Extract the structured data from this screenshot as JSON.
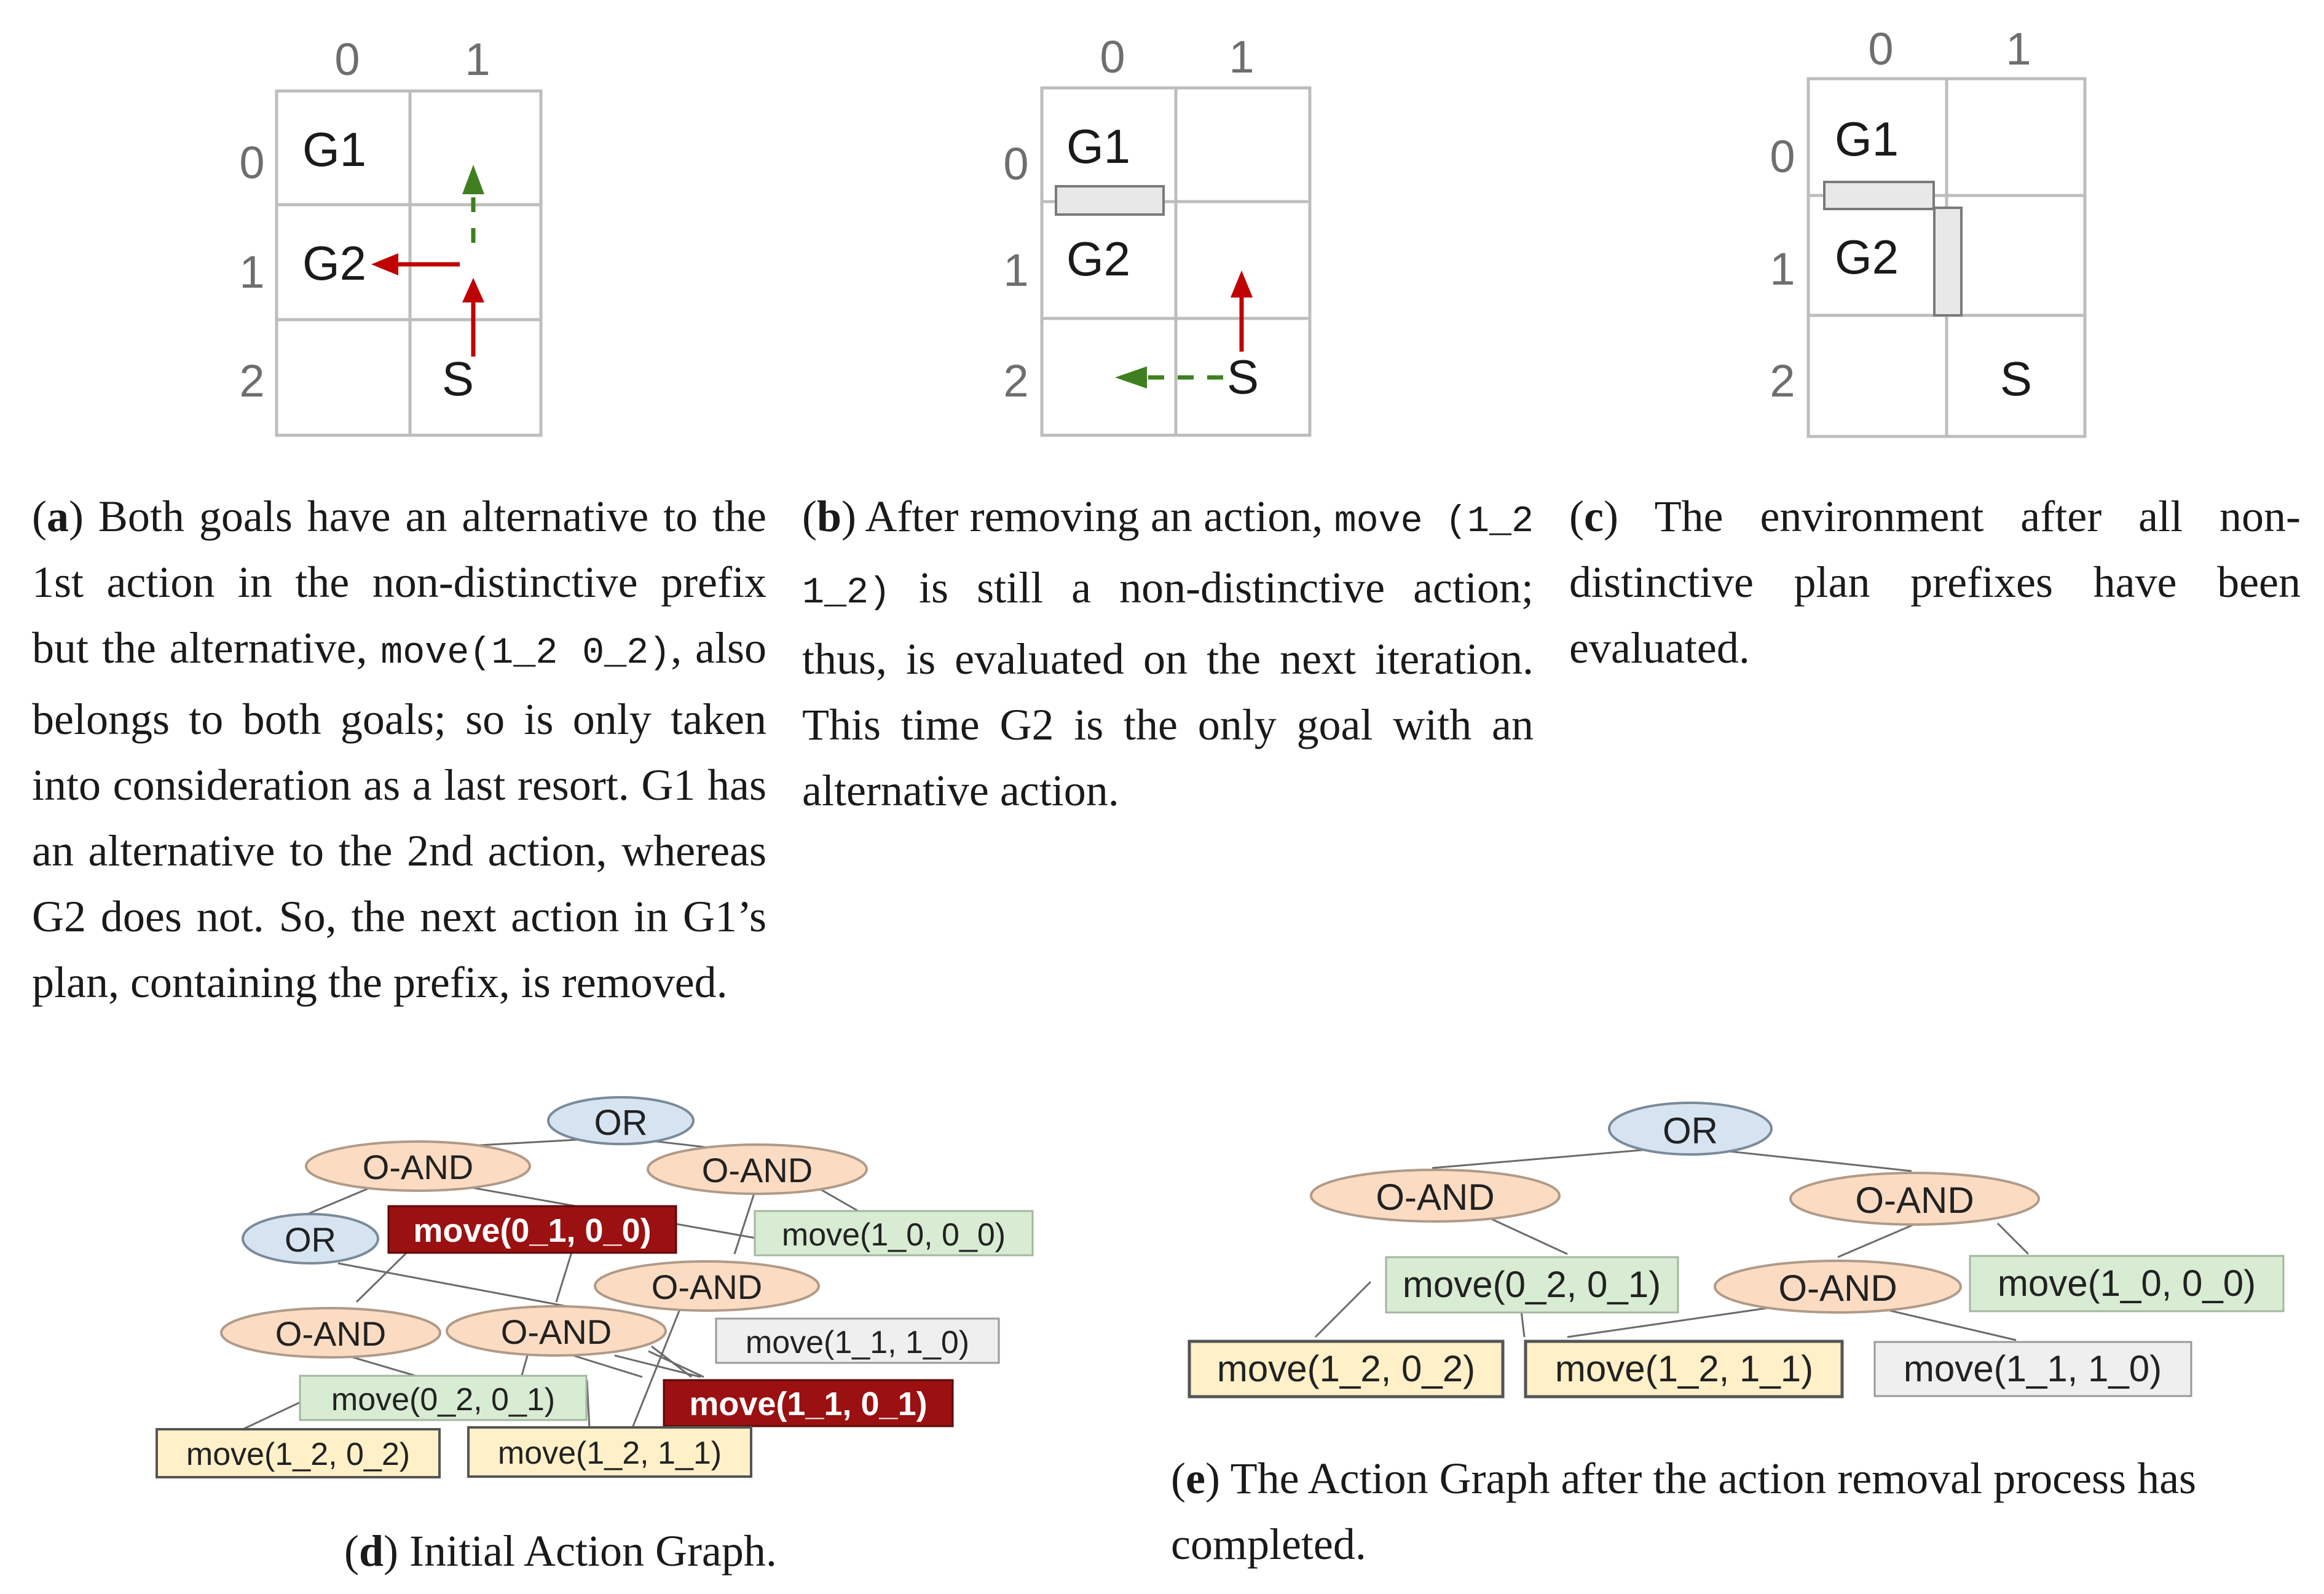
{
  "panel_a": {
    "col_labels": [
      "0",
      "1"
    ],
    "row_labels": [
      "0",
      "1",
      "2"
    ],
    "cells": {
      "g1": "G1",
      "g2": "G2",
      "s": "S"
    },
    "caption": {
      "letter": "a",
      "p1": " Both goals have an alternative to the 1st action in the non-distinctive prefix but the alternative, ",
      "code": "move(1_2 0_2)",
      "p2": ", also belongs to both goals; so is only taken into consideration as a last resort. G1 has an alternative to the 2nd action, whereas G2 does not. So, the next action in G1’s plan, containing the prefix, is removed."
    }
  },
  "panel_b": {
    "col_labels": [
      "0",
      "1"
    ],
    "row_labels": [
      "0",
      "1",
      "2"
    ],
    "cells": {
      "g1": "G1",
      "g2": "G2",
      "s": "S"
    },
    "caption": {
      "letter": "b",
      "p1": " After removing an action, ",
      "code": "move (1_2 1_2)",
      "p2": " is still a non-distinctive action; thus, is evaluated on the next iteration. This time G2 is the only goal with an alternative action."
    }
  },
  "panel_c": {
    "col_labels": [
      "0",
      "1"
    ],
    "row_labels": [
      "0",
      "1",
      "2"
    ],
    "cells": {
      "g1": "G1",
      "g2": "G2",
      "s": "S"
    },
    "caption": {
      "letter": "c",
      "p1": " The environment after all non-distinctive plan prefixes have been evaluated."
    }
  },
  "panel_d": {
    "nodes": {
      "or_top": "OR",
      "oand_left": "O-AND",
      "oand_right": "O-AND",
      "or_mid": "OR",
      "move_01_00": "move(0_1, 0_0)",
      "move_10_00": "move(1_0, 0_0)",
      "oand_mid": "O-AND",
      "oand_l2": "O-AND",
      "oand_m2": "O-AND",
      "move_11_10": "move(1_1, 1_0)",
      "move_02_01": "move(0_2, 0_1)",
      "move_11_01": "move(1_1, 0_1)",
      "move_12_02": "move(1_2, 0_2)",
      "move_12_11": "move(1_2, 1_1)"
    },
    "caption": {
      "letter": "d",
      "p1": " Initial Action Graph."
    }
  },
  "panel_e": {
    "nodes": {
      "or_top": "OR",
      "oand_left": "O-AND",
      "oand_right": "O-AND",
      "move_02_01": "move(0_2, 0_1)",
      "oand_mid": "O-AND",
      "move_10_00": "move(1_0, 0_0)",
      "move_12_02": "move(1_2, 0_2)",
      "move_12_11": "move(1_2, 1_1)",
      "move_11_10": "move(1_1, 1_0)"
    },
    "caption": {
      "letter": "e",
      "p1": " The Action Graph after the action removal process has completed."
    }
  },
  "colors": {
    "or_fill": "#d6e4f2",
    "oand_fill": "#fbdcc3",
    "green_box": "#d8ebd3",
    "yellow_box": "#fff0c8",
    "gray_box": "#efefef",
    "red_box": "#9b1010",
    "red_arrow": "#c00000",
    "green_arrow": "#3f7f1f"
  }
}
